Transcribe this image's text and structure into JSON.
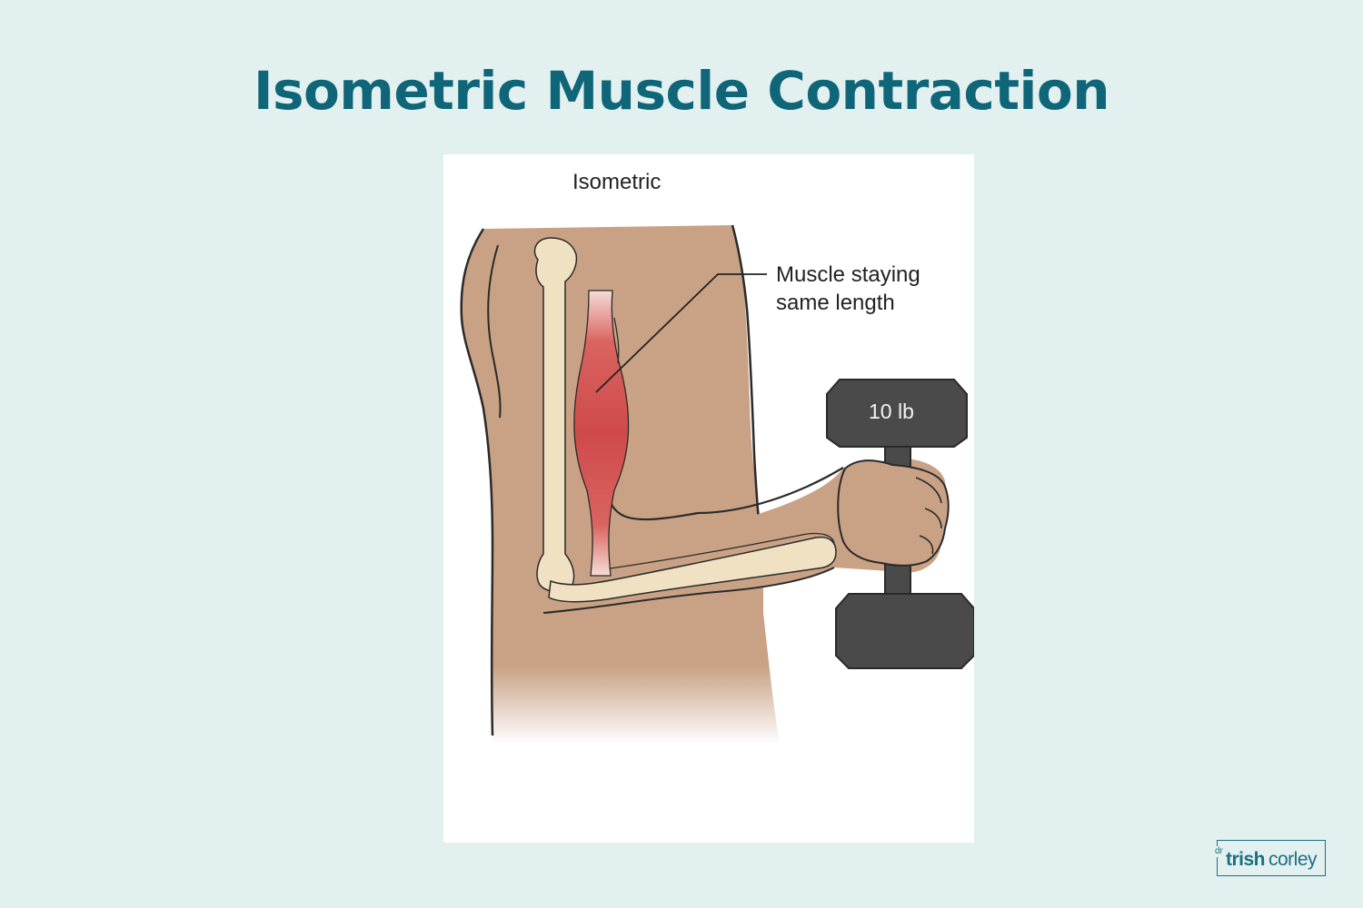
{
  "title": "Isometric Muscle Contraction",
  "diagram": {
    "heading": "Isometric",
    "muscle_label_line1": "Muscle staying",
    "muscle_label_line2": "same length",
    "weight_label": "10 lb"
  },
  "logo": {
    "prefix": "dr",
    "first": "trish",
    "last": "corley"
  },
  "colors": {
    "background": "#e2f0f0",
    "title": "#0f6678",
    "skin": "#c9a285",
    "bone": "#efe1c2",
    "muscle": "#cf4a4b",
    "dumbbell": "#4a4a4a",
    "logo": "#1d6f80"
  }
}
